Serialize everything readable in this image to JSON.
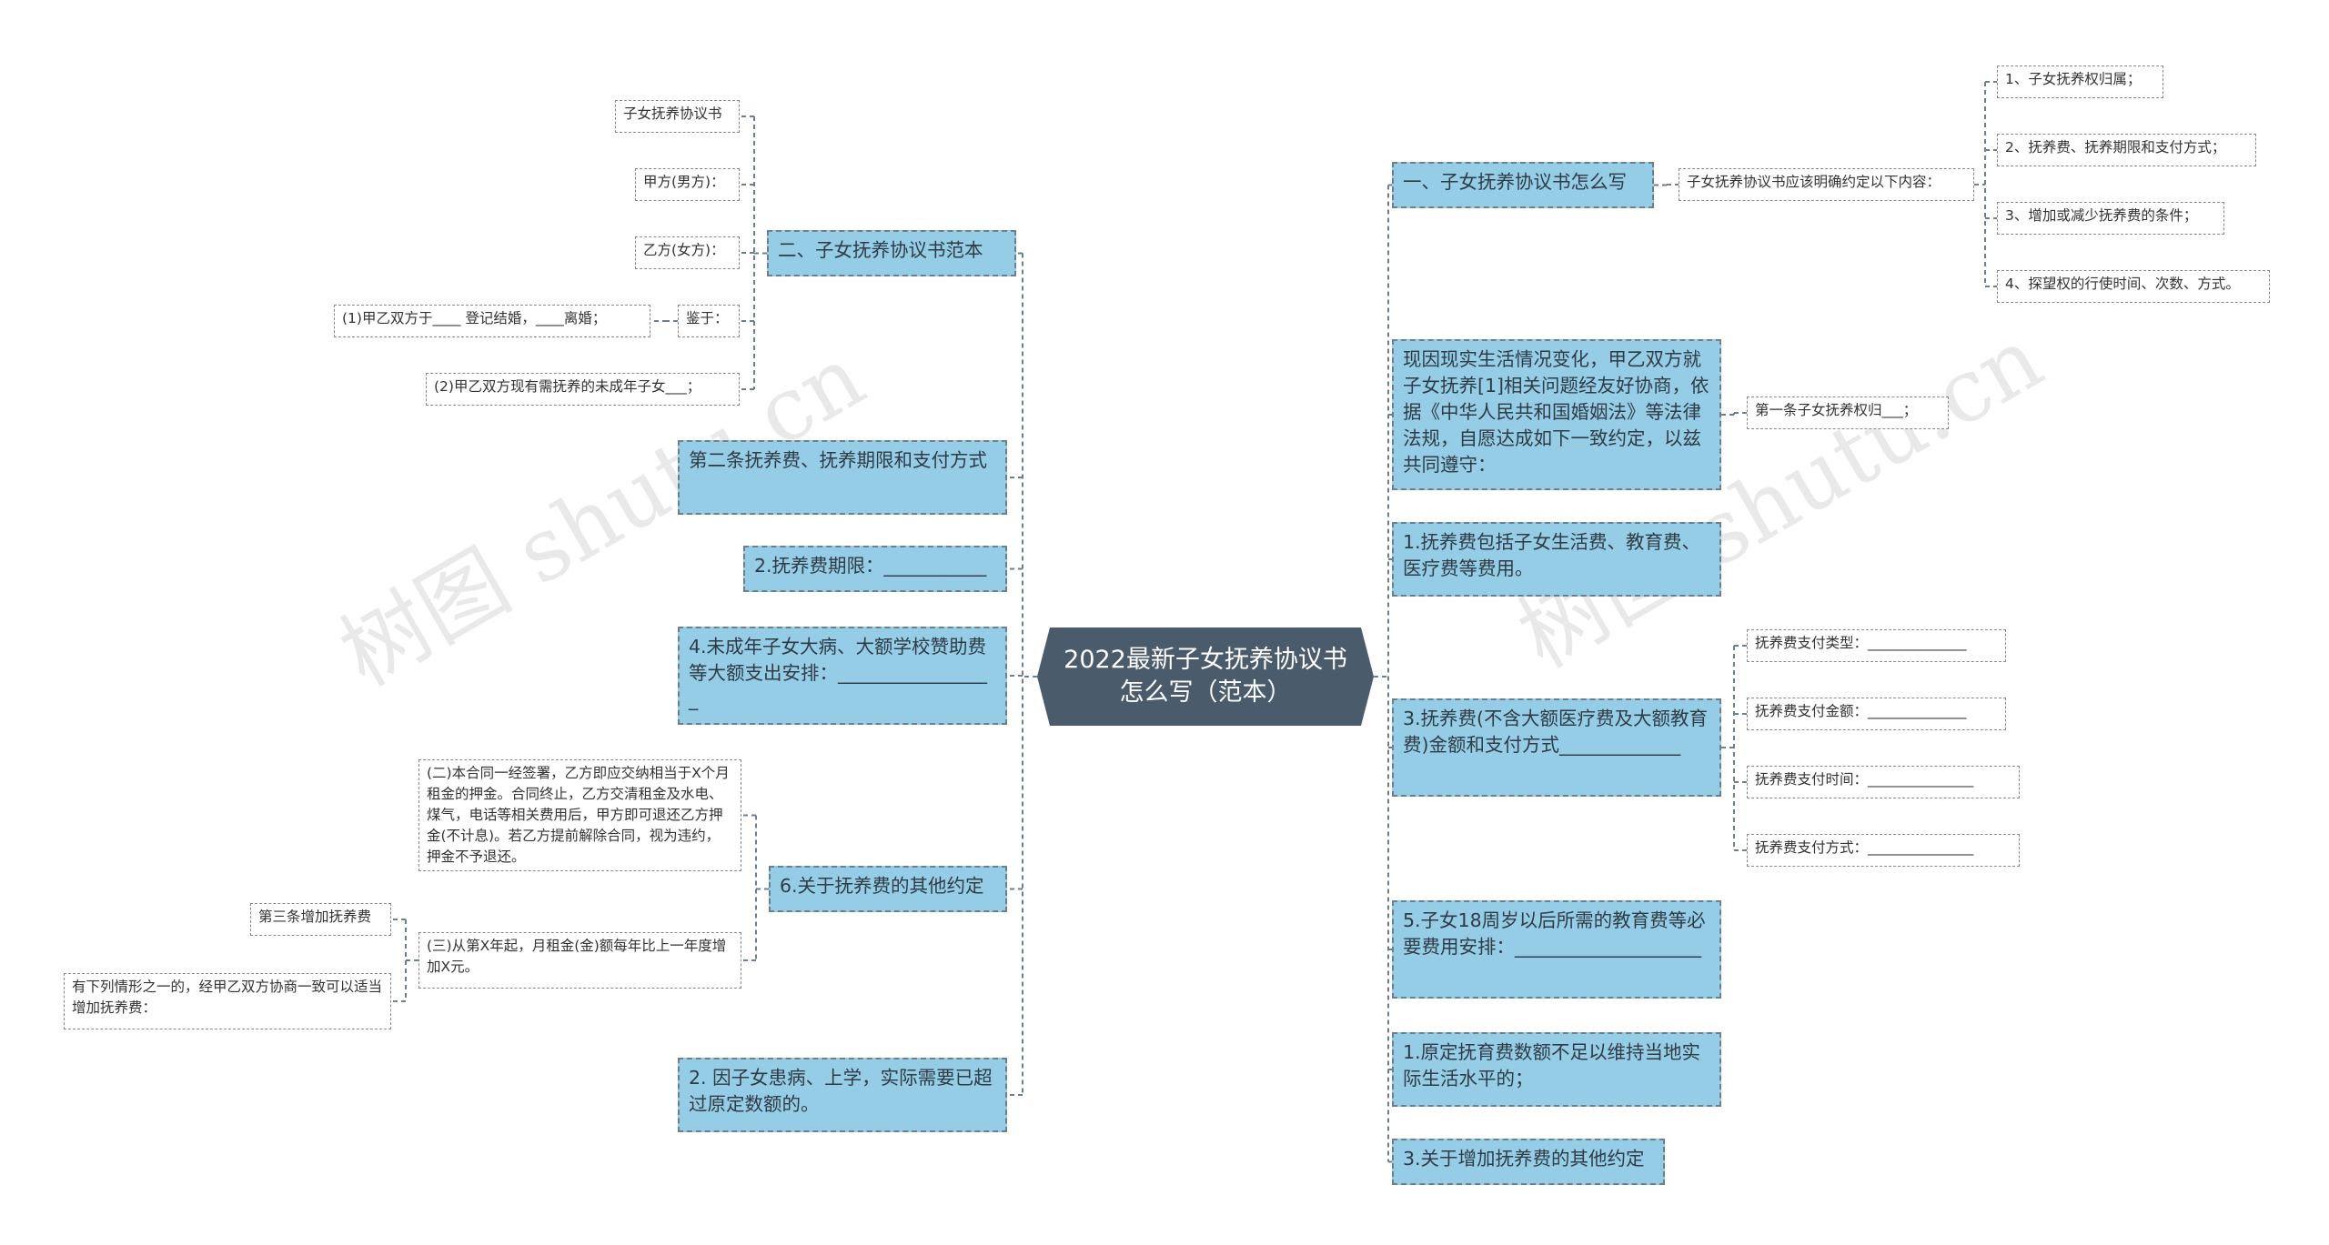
{
  "root": {
    "label": "2022最新子女抚养协议书怎么写（范本）"
  },
  "colors": {
    "root": "#4a5b6b",
    "main": "#95cde6",
    "line": "#6c7f8c"
  },
  "watermark": "树图 shutu.cn",
  "left": [
    {
      "label": "二、子女抚养协议书范本",
      "children": [
        {
          "label": "子女抚养协议书"
        },
        {
          "label": "甲方(男方)："
        },
        {
          "label": "乙方(女方)："
        },
        {
          "label": "鉴于：",
          "children": [
            {
              "label": "(1)甲乙双方于____ 登记结婚，____离婚；"
            }
          ]
        },
        {
          "label": "(2)甲乙双方现有需抚养的未成年子女___；"
        }
      ]
    },
    {
      "label": "第二条抚养费、抚养期限和支付方式"
    },
    {
      "label": "2.抚养费期限：___________"
    },
    {
      "label": "4.未成年子女大病、大额学校赞助费等大额支出安排：_________________"
    },
    {
      "label": "6.关于抚养费的其他约定",
      "children": [
        {
          "label": "(二)本合同一经签署，乙方即应交纳相当于X个月租金的押金。合同终止，乙方交清租金及水电、煤气，电话等相关费用后，甲方即可退还乙方押金(不计息)。若乙方提前解除合同，视为违约，押金不予退还。"
        },
        {
          "label": "(三)从第X年起，月租金(金)额每年比上一年度增加X元。",
          "children": [
            {
              "label": "第三条增加抚养费"
            },
            {
              "label": "有下列情形之一的，经甲乙双方协商一致可以适当增加抚养费："
            }
          ]
        }
      ]
    },
    {
      "label": "2. 因子女患病、上学，实际需要已超过原定数额的。"
    }
  ],
  "right": [
    {
      "label": "一、子女抚养协议书怎么写",
      "children": [
        {
          "label": "子女抚养协议书应该明确约定以下内容：",
          "children": [
            {
              "label": "1、子女抚养权归属；"
            },
            {
              "label": "2、抚养费、抚养期限和支付方式；"
            },
            {
              "label": "3、增加或减少抚养费的条件；"
            },
            {
              "label": "4、探望权的行使时间、次数、方式。"
            }
          ]
        }
      ]
    },
    {
      "label": "现因现实生活情况变化，甲乙双方就子女抚养[1]相关问题经友好协商，依据《中华人民共和国婚姻法》等法律法规，自愿达成如下一致约定，以兹共同遵守：",
      "children": [
        {
          "label": "第一条子女抚养权归___；"
        }
      ]
    },
    {
      "label": "1.抚养费包括子女生活费、教育费、医疗费等费用。"
    },
    {
      "label": "3.抚养费(不含大额医疗费及大额教育费)金额和支付方式_____________",
      "children": [
        {
          "label": "抚养费支付类型：______________"
        },
        {
          "label": "抚养费支付金额：______________"
        },
        {
          "label": "抚养费支付时间：_______________"
        },
        {
          "label": "抚养费支付方式：_______________"
        }
      ]
    },
    {
      "label": "5.子女18周岁以后所需的教育费等必要费用安排：____________________"
    },
    {
      "label": "1.原定抚育费数额不足以维持当地实际生活水平的；"
    },
    {
      "label": "3.关于增加抚养费的其他约定"
    }
  ]
}
